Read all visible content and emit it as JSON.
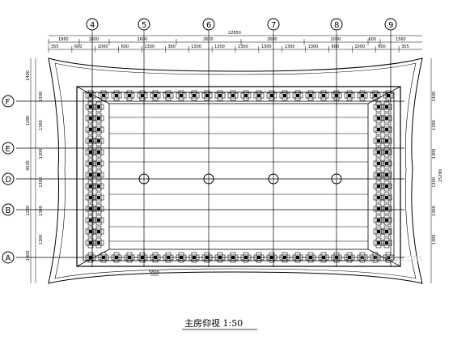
{
  "title": "主房仰视 1:50",
  "watermark": "zhulong.com",
  "axes_top": [
    "4",
    "5",
    "6",
    "7",
    "8",
    "9"
  ],
  "axes_left": [
    "F",
    "E",
    "D",
    "B",
    "A"
  ],
  "top_dims": {
    "overall": "22650",
    "row2": [
      "1860",
      "1800",
      "2600",
      "2600",
      "2600",
      "2000",
      "600",
      "1560"
    ],
    "row3": [
      "355",
      "600",
      "1000",
      "600",
      "1300",
      "360",
      "1300",
      "1300",
      "1300",
      "1300",
      "1300",
      "1300",
      "600",
      "1000",
      "600",
      "355"
    ]
  },
  "left_dims": {
    "outer": [
      "1400",
      "1280",
      "4030",
      "1280",
      "1400"
    ],
    "inner": [
      "1300",
      "1300",
      "1300",
      "1300",
      "1300",
      "1300"
    ]
  },
  "right_dims": {
    "overall": "15290",
    "parts": [
      "1300",
      "1300",
      "1300",
      "1300",
      "1300",
      "1300"
    ]
  },
  "scale_note": "5800"
}
